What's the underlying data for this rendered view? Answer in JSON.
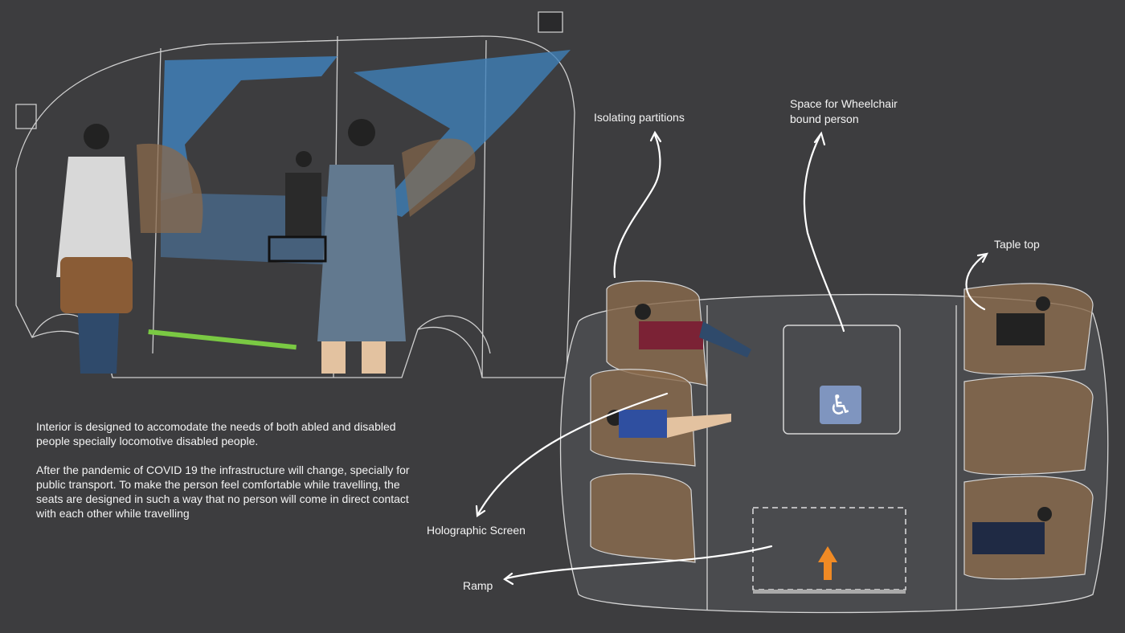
{
  "description": {
    "paragraph_1": "Interior is designed to accomodate the needs of both abled and disabled people specially locomotive disabled people.",
    "paragraph_2": "After the pandemic of COVID 19 the infrastructure will change, specially for public transport. To make the person feel comfortable while travelling, the seats are designed in such a way that no person will come in direct contact with each other while travelling"
  },
  "annotations": {
    "isolating_partitions": "Isolating partitions",
    "wheelchair_space_line1": "Space for Wheelchair",
    "wheelchair_space_line2": "bound person",
    "table_top": "Taple top",
    "holographic_screen": "Holographic Screen",
    "ramp": "Ramp"
  },
  "colors": {
    "background": "#3d3d3f",
    "accent_blue": "#3f7fb8",
    "seat_brown": "#8a6a4c",
    "ramp_arrow": "#f08a24",
    "step_light": "#7ac943",
    "wheelchair_sign": "#7f95bf"
  }
}
